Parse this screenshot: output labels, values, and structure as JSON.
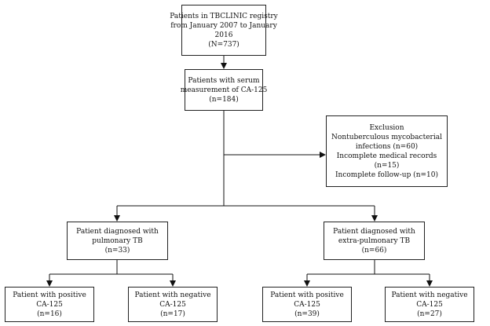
{
  "boxes": {
    "registry": {
      "lines": [
        "Patients in TBCLINIC registry",
        "from January 2007 to January",
        "2016",
        "(N=737)"
      ]
    },
    "ca125": {
      "lines": [
        "Patients with serum",
        "measurement of CA-125",
        "(n=184)"
      ]
    },
    "exclusion": {
      "lines": [
        "Exclusion",
        "Nontuberculous mycobacterial",
        "infections (n=60)",
        "Incomplete medical records",
        "(n=15)",
        "Incomplete follow-up (n=10)"
      ]
    },
    "pulmonary": {
      "lines": [
        "Patient diagnosed with",
        "pulmonary TB",
        "(n=33)"
      ]
    },
    "extrapulmonary": {
      "lines": [
        "Patient diagnosed with",
        "extra-pulmonary TB",
        "(n=66)"
      ]
    },
    "pulm_pos": {
      "lines": [
        "Patient with positive",
        "CA-125",
        "(n=16)"
      ]
    },
    "pulm_neg": {
      "lines": [
        "Patient with negative",
        "CA-125",
        "(n=17)"
      ]
    },
    "extra_pos": {
      "lines": [
        "Patient with positive",
        "CA-125",
        "(n=39)"
      ]
    },
    "extra_neg": {
      "lines": [
        "Patient with negative",
        "CA-125",
        "(n=27)"
      ]
    }
  }
}
